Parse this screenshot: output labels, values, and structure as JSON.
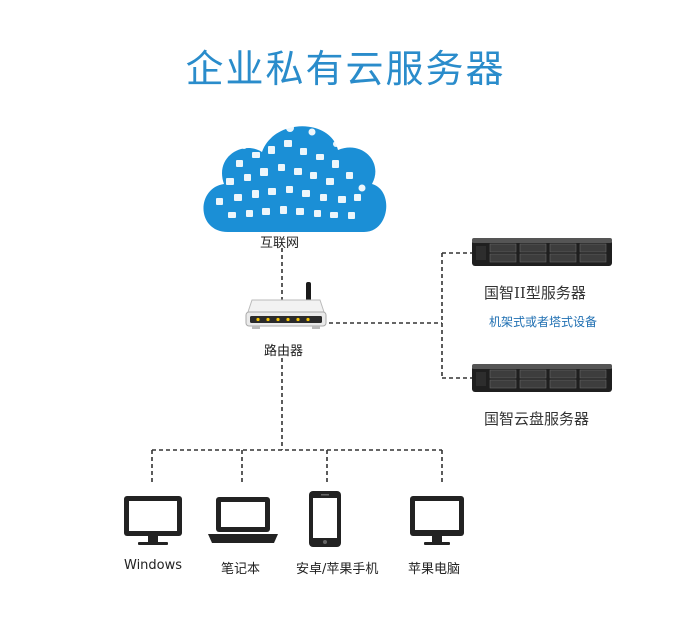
{
  "title": "企业私有云服务器",
  "nodes": {
    "internet": "互联网",
    "router": "路由器",
    "server1": "国智II型服务器",
    "server1_note": "机架式或者塔式设备",
    "server2": "国智云盘服务器"
  },
  "clients": [
    "Windows",
    "笔记本",
    "安卓/苹果手机",
    "苹果电脑"
  ],
  "colors": {
    "title": "#2a8ccb",
    "cloud": "#1b8fd6",
    "note": "#1f6fb2"
  }
}
